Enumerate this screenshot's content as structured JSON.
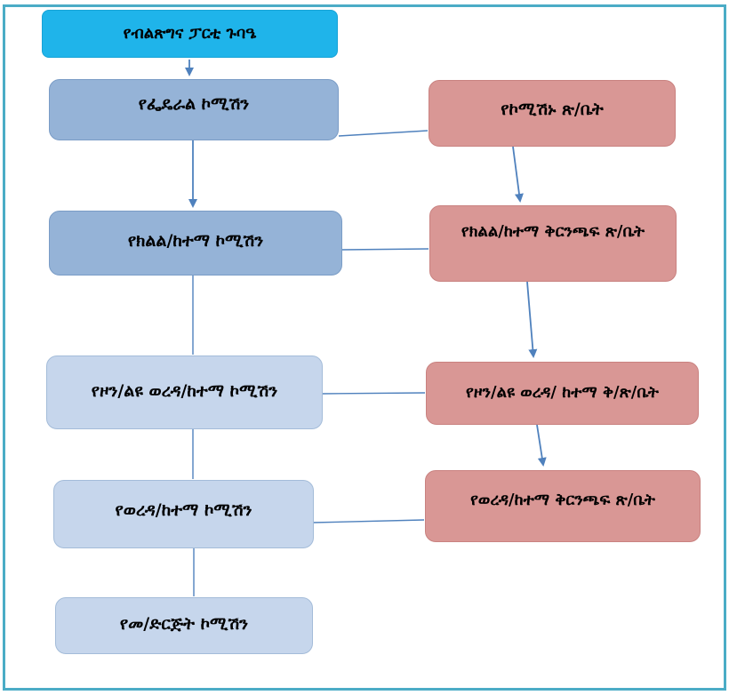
{
  "page": {
    "border_color": "#4BACC6",
    "background": "#FFFFFF"
  },
  "colors": {
    "top_node": "#1FB4EA",
    "mid_blue_node": "#95B3D7",
    "light_blue_node": "#C6D6EC",
    "pink_node": "#D99795",
    "connector": "#4F81BD",
    "text": "#000000"
  },
  "diagram": {
    "nodes": [
      {
        "id": "congress",
        "label": "የብልጽግና ፓርቲ ጉባዔ",
        "type": "top"
      },
      {
        "id": "federal",
        "label": "የፌዴራል ኮሚሽን",
        "type": "mid"
      },
      {
        "id": "commission-office",
        "label": "የኮሚሽኑ ጽ/ቤት",
        "type": "pink"
      },
      {
        "id": "regional",
        "label": "የክልል/ከተማ ኮሚሽን",
        "type": "mid"
      },
      {
        "id": "regional-branch",
        "label": "የክልል/ከተማ ቅርንጫፍ ጽ/ቤት",
        "type": "pink"
      },
      {
        "id": "zone",
        "label": "የዞን/ልዩ ወረዳ/ከተማ ኮሚሽን",
        "type": "light"
      },
      {
        "id": "zone-branch",
        "label": "የዞን/ልዩ ወረዳ/ ከተማ ቅ/ጽ/ቤት",
        "type": "pink"
      },
      {
        "id": "woreda",
        "label": "የወረዳ/ከተማ ኮሚሽን",
        "type": "light"
      },
      {
        "id": "woreda-branch",
        "label": "የወረዳ/ከተማ  ቅርንጫፍ ጽ/ቤት",
        "type": "pink"
      },
      {
        "id": "org",
        "label": "የመ/ድርጅት ኮሚሽን",
        "type": "light"
      }
    ],
    "edges": [
      {
        "from": "congress",
        "to": "federal",
        "arrow": true
      },
      {
        "from": "federal",
        "to": "commission-office",
        "arrow": false
      },
      {
        "from": "federal",
        "to": "regional",
        "arrow": true
      },
      {
        "from": "commission-office",
        "to": "regional-branch",
        "arrow": true
      },
      {
        "from": "regional",
        "to": "regional-branch",
        "arrow": false
      },
      {
        "from": "regional",
        "to": "zone",
        "arrow": false
      },
      {
        "from": "regional-branch",
        "to": "zone-branch",
        "arrow": true
      },
      {
        "from": "zone",
        "to": "zone-branch",
        "arrow": false
      },
      {
        "from": "zone",
        "to": "woreda",
        "arrow": false
      },
      {
        "from": "zone-branch",
        "to": "woreda-branch",
        "arrow": true
      },
      {
        "from": "woreda",
        "to": "woreda-branch",
        "arrow": false
      },
      {
        "from": "woreda",
        "to": "org",
        "arrow": false
      }
    ]
  }
}
